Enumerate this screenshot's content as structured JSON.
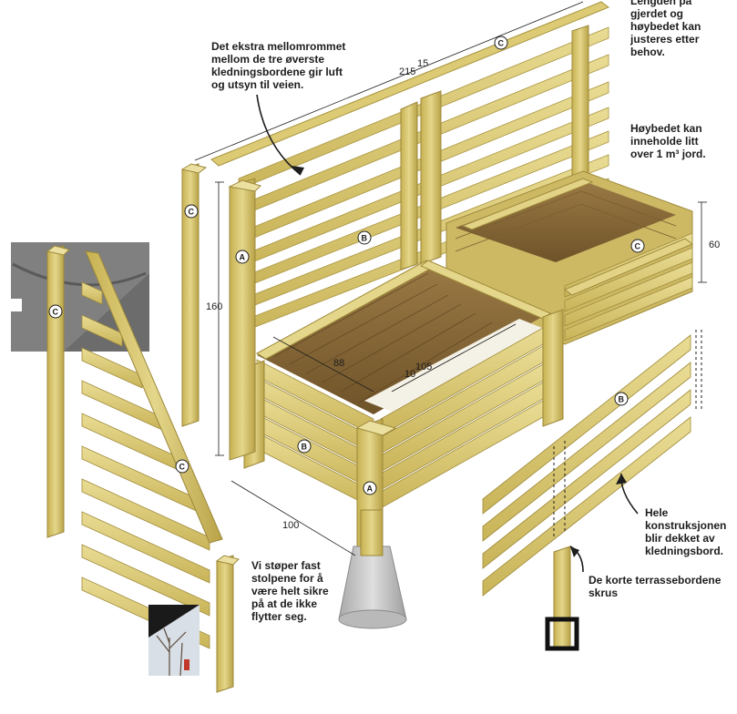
{
  "notes": {
    "length": "Lengden på\ngjerdet og\nhøybedet kan\njusteres etter\nbehov.",
    "air": "Det ekstra mellomrommet\nmellom de tre øverste\nkledningsbordene gir luft\nog utsyn til veien.",
    "soil": "Høybedet kan\ninneholde litt\nover 1 m³ jord.",
    "cover": "Hele konstruksjonen\nblir dekket av\nkledningsbord.",
    "screws": "De korte terrassebordene skrus",
    "cast": "Vi støper fast\nstolpene for å\nvære helt sikre\npå at de ikke\nflytter seg."
  },
  "dimensions": {
    "d215": "215",
    "d15": "15",
    "d160": "160",
    "d60": "60",
    "d88": "88",
    "d10": "10",
    "d105": "105",
    "d100": "100"
  },
  "tags": {
    "a": "A",
    "b": "B",
    "c": "C"
  },
  "colors": {
    "wood": "#d7c46a",
    "wood_light": "#e6d98f",
    "wood_dark": "#a8943f",
    "interior": "#8a6a3a",
    "concrete": "#c9c9c9",
    "ground_photo": "#6b6b6b"
  }
}
